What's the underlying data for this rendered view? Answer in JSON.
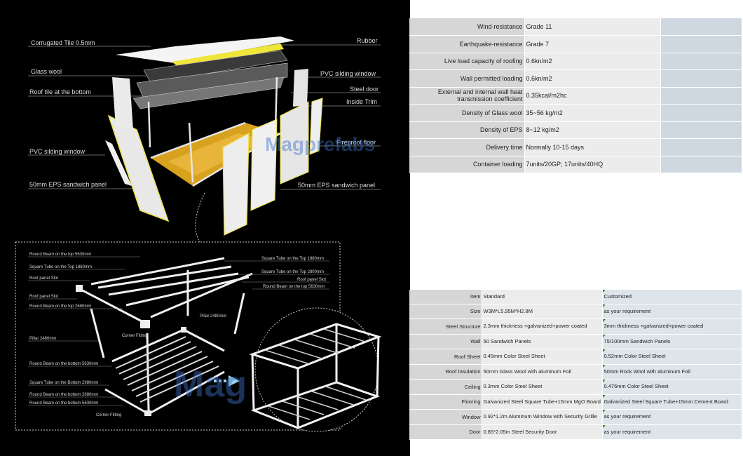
{
  "diagram": {
    "top_labels": {
      "corrugated_tile": "Corrugated Tile 0.5mm",
      "glass_wool": "Glass wool",
      "roof_tile_bottom": "Roof tile at the bottom",
      "pvc_window_left": "PVC silding window",
      "eps_left": "50mm EPS sandwich panel",
      "rubber": "Rubber",
      "pvc_window_right": "PVC silding window",
      "steel_door": "Steel door",
      "inside_trim": "Inside Trim",
      "fireproof_floor": "Fireproof floor",
      "eps_right": "50mm EPS sandwich panel"
    },
    "frame_labels": {
      "round_beam_top_5630": "Round Beam on the top 5630mm",
      "square_tube_top_1880_left": "Square Tube on the Top 1880mm",
      "roof_panel_slot_1": "Roof panel Slot",
      "roof_panel_slot_2": "Roof  panel Slot",
      "round_beam_top_2680": "Round Beam on the top 2680mm",
      "pillar_left": "Pillar 2480mm",
      "round_beam_bottom_5630_a": "Round Beam on the bottom 5630mm",
      "square_tube_bottom_2980": "Square Tube on the Bottom 2980mm",
      "round_beam_bottom_2680": "Round Beam on the bottom  2680mm",
      "round_beam_bottom_5630_b": "Round Beam on the bottom 5630mm",
      "corner_fitting_bottom": "Corner Fitting",
      "square_tube_top_1880_right": "Square Tube on the Top 1880mm",
      "square_tube_top_2800": "Square Tube on the Top 2800mm",
      "roof_panel_slot_right": "Roof  panel Slot",
      "round_beam_top_5630_right": "Round Beam on the top 5630mm",
      "pillar_right": "Pillar 2480mm",
      "corner_fitting_mid": "Corner Fitting"
    },
    "watermark_1": "Magprefabs",
    "watermark_2": "Mag"
  },
  "table1": {
    "rows": [
      {
        "label": "Wind-resistance",
        "value": "Grade 11"
      },
      {
        "label": "Earthquake-resistance",
        "value": "Grade 7"
      },
      {
        "label": "Live load capacity of roofing",
        "value": "0.6kn/m2"
      },
      {
        "label": "Wall permitted loading",
        "value": "0.6kn/m2"
      },
      {
        "label": "External and internal wall heat transmission coefficient",
        "value": "0.35kcal/m2hc"
      },
      {
        "label": "Density of Glass wool",
        "value": "35~56 kg/m2"
      },
      {
        "label": "Density of EPS",
        "value": "8~12 kg/m2"
      },
      {
        "label": "Delivery time",
        "value": "Normally 10-15 days"
      },
      {
        "label": "Container loading",
        "value": "7units/20GP; 17units/40HQ"
      }
    ]
  },
  "table2": {
    "rows": [
      {
        "label": "Item",
        "standard": "Standard",
        "customized": "Customized"
      },
      {
        "label": "Size",
        "standard": "W3M*L5.95M*H2.8M",
        "customized": "as your requirement"
      },
      {
        "label": "Steel Structure",
        "standard": "2.3mm thickness +galvanized+power coated",
        "customized": "3mm thickness +galvanized+power coated"
      },
      {
        "label": "Wall",
        "standard": "50 Sandwich Panels",
        "customized": "75/100mm Sandwich Panels"
      },
      {
        "label": "Roof Sheet",
        "standard": "0.45mm Color Steel Sheet",
        "customized": "0.52mm Color Steel Sheet"
      },
      {
        "label": "Roof Insulation",
        "standard": "50mm Glass Wool with aluminum Foil",
        "customized": "50mm Rock Wool with aluminum Foil"
      },
      {
        "label": "Ceiling",
        "standard": "0.3mm Color Steel Sheet",
        "customized": "0.476mm Color Steel Sheet"
      },
      {
        "label": "Flooring",
        "standard": "Galvanized Steel Square Tube+15mm MgO Board",
        "customized": "Galvanized Steel Square Tube+15mm Cement Board"
      },
      {
        "label": "Window",
        "standard": "0.92*1.2m Aluminum Window with Security Grille",
        "customized": "as your requirement"
      },
      {
        "label": "Door",
        "standard": "0.85*2.05m Steel Security Door",
        "customized": "as your requirement"
      }
    ]
  }
}
